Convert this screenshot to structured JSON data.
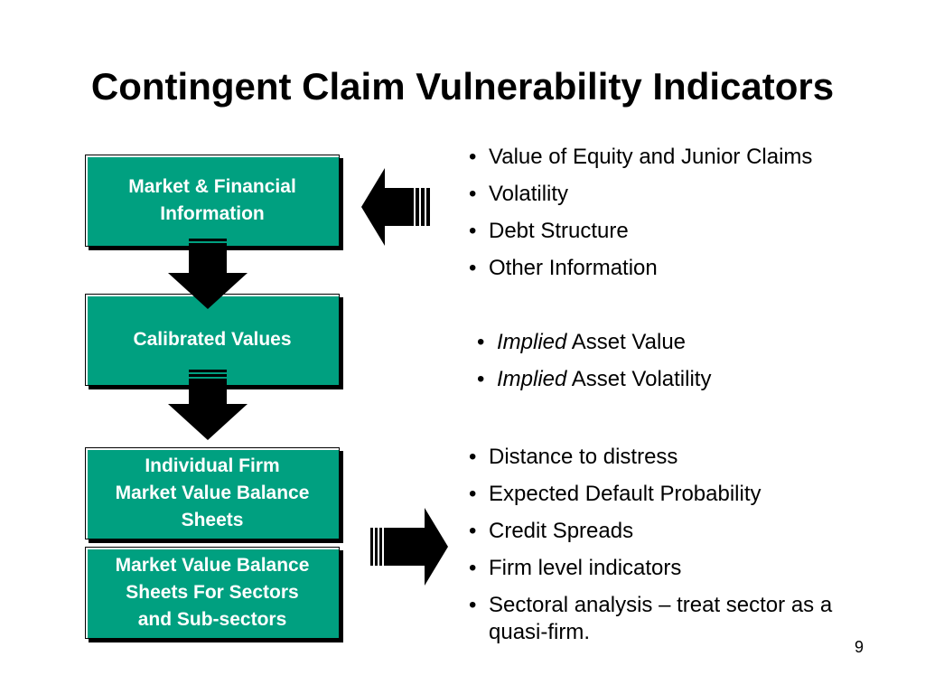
{
  "slide": {
    "title": "Contingent Claim Vulnerability Indicators",
    "page_number": "9"
  },
  "boxes": {
    "market_info": [
      "Market & Financial",
      "Information"
    ],
    "calibrated": [
      "Calibrated Values"
    ],
    "firm_balance": [
      "Individual Firm",
      "Market Value Balance",
      "Sheets"
    ],
    "sector_balance": [
      "Market Value Balance",
      "Sheets For Sectors",
      "and Sub-sectors"
    ]
  },
  "inputs_list": [
    "Value of Equity and Junior Claims",
    "Volatility",
    "Debt Structure",
    "Other Information"
  ],
  "calibrated_list": [
    {
      "emph": "Implied",
      "rest": " Asset Value"
    },
    {
      "emph": "Implied",
      "rest": " Asset Volatility"
    }
  ],
  "outputs_list": [
    "Distance to distress",
    "Expected Default Probability",
    "Credit Spreads",
    "Firm level indicators",
    "Sectoral analysis – treat sector as a quasi-firm."
  ],
  "colors": {
    "box_fill": "#00a080",
    "box_text": "#ffffff",
    "arrow": "#000000"
  }
}
